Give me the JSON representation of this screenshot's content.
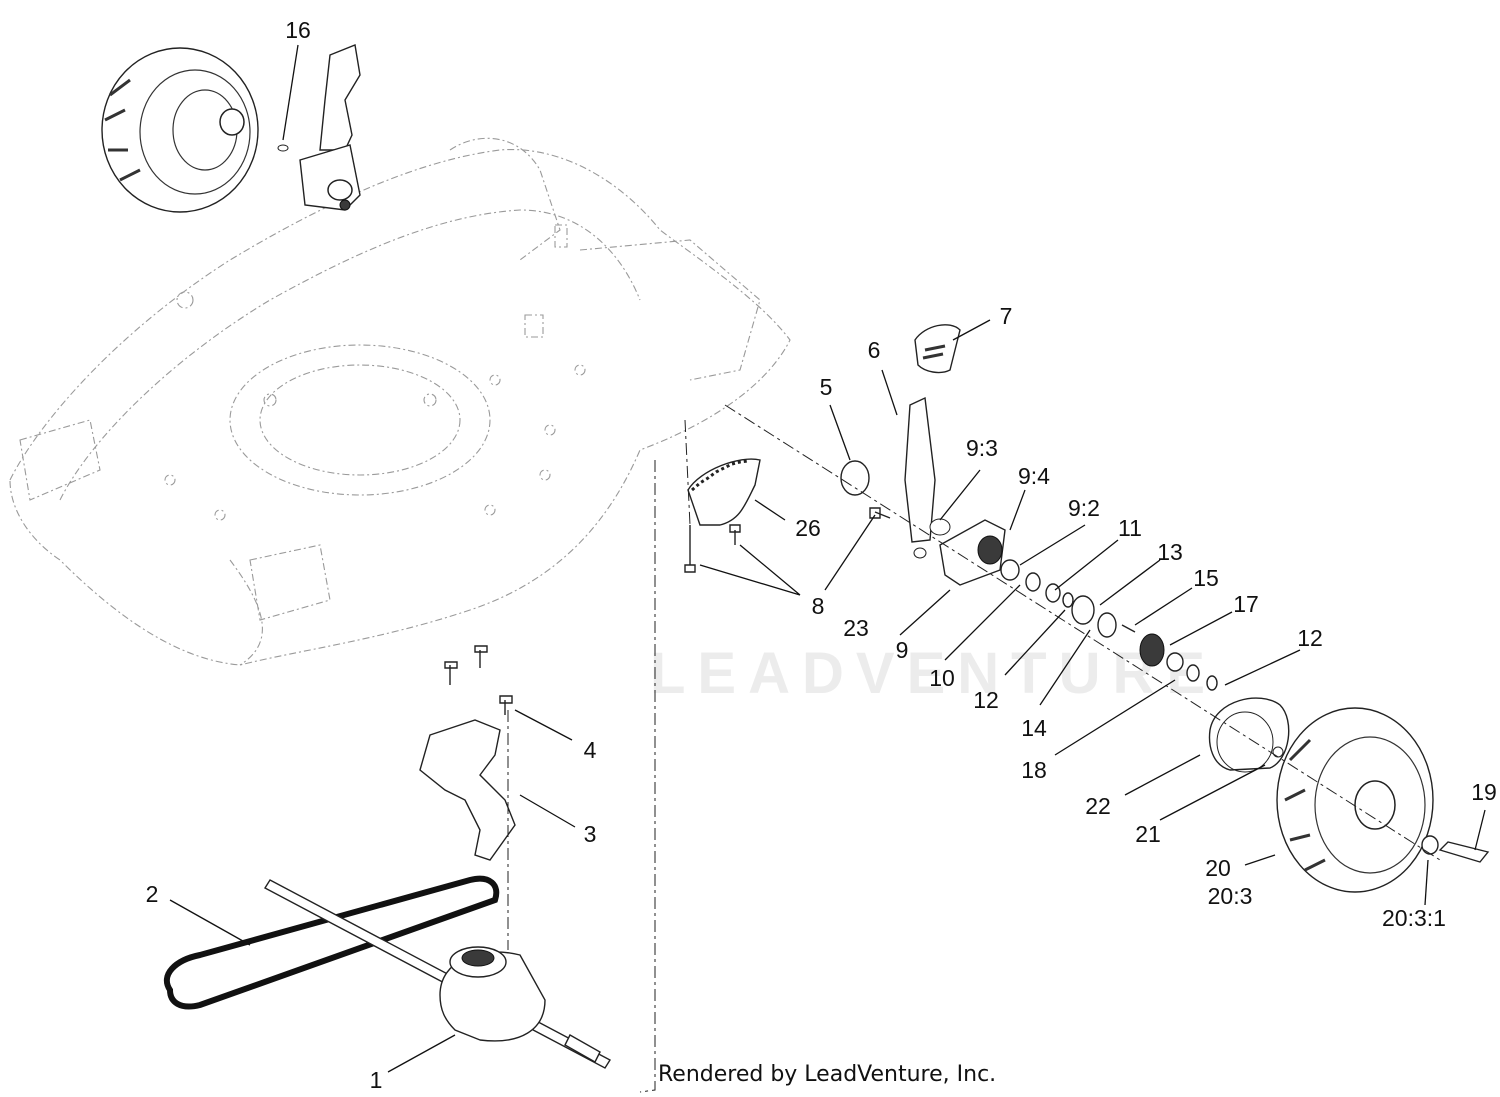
{
  "watermark": "LEADVENTURE",
  "credit": "Rendered by LeadVenture, Inc.",
  "callouts": {
    "c1": "1",
    "c2": "2",
    "c3": "3",
    "c4": "4",
    "c5": "5",
    "c6": "6",
    "c7": "7",
    "c8": "8",
    "c9": "9",
    "c9_2": "9:2",
    "c9_3": "9:3",
    "c9_4": "9:4",
    "c10": "10",
    "c11": "11",
    "c12a": "12",
    "c12b": "12",
    "c13": "13",
    "c14": "14",
    "c15": "15",
    "c16": "16",
    "c17": "17",
    "c18": "18",
    "c19": "19",
    "c20": "20",
    "c20_3": "20:3",
    "c20_3_1": "20:3:1",
    "c21": "21",
    "c22": "22",
    "c23": "23",
    "c26": "26"
  }
}
